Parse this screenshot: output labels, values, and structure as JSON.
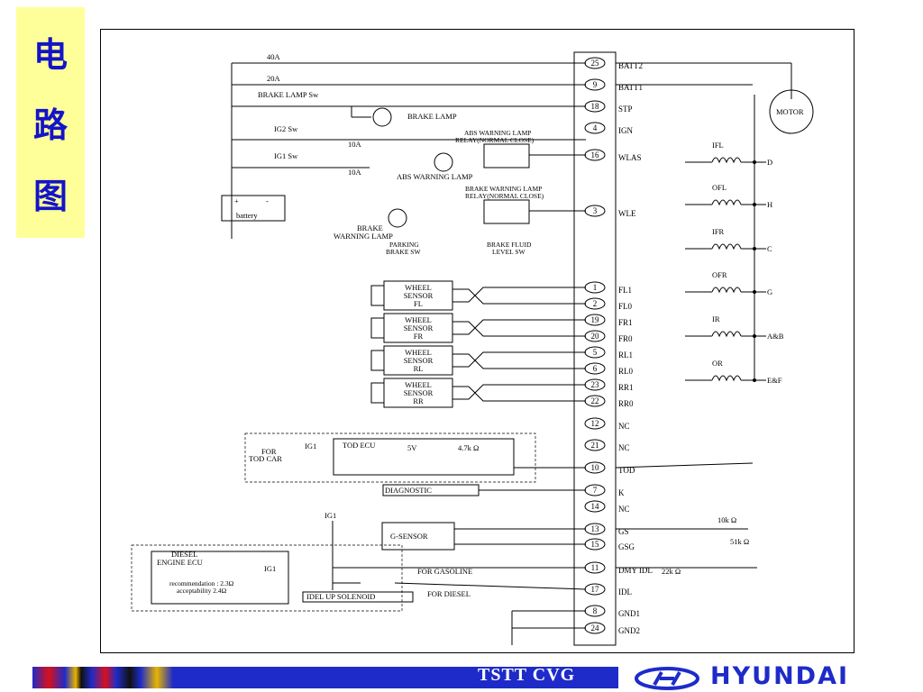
{
  "slide_title": [
    "电",
    "路",
    "图"
  ],
  "fuses": {
    "f40": "40A",
    "f20": "20A",
    "f10a": "10A",
    "f10b": "10A"
  },
  "labels": {
    "brake_lamp_sw": "BRAKE LAMP Sw",
    "brake_lamp": "BRAKE LAMP",
    "ig2_sw": "IG2 Sw",
    "ig1_sw": "IG1 Sw",
    "battery": "battery",
    "battery_plus": "+",
    "battery_minus": "-",
    "abs_relay_1": "ABS WARNING LAMP",
    "abs_relay_2": "RELAY(NORMAL CLOSE)",
    "abs_lamp": "ABS WARNING LAMP",
    "brake_relay_1": "BRAKE WARNING LAMP",
    "brake_relay_2": "RELAY(NORMAL CLOSE)",
    "brake_wl_1": "BRAKE",
    "brake_wl_2": "WARNING LAMP",
    "parking_1": "PARKING",
    "parking_2": "BRAKE SW",
    "fluid_1": "BRAKE FLUID",
    "fluid_2": "LEVEL SW",
    "motor": "MOTOR",
    "for_tod_1": "FOR",
    "for_tod_2": "TOD CAR",
    "tod_ig1": "IG1",
    "tod_ecu": "TOD ECU",
    "tod_5v": "5V",
    "tod_res": "4.7k Ω",
    "diagnostic": "DIAGNOSTIC",
    "ig1_top": "IG1",
    "g_sensor": "G-SENSOR",
    "diesel_1": "DIESEL",
    "diesel_2": "ENGINE ECU",
    "diesel_ig1": "IG1",
    "recommend_1": "recommendation : 2.3Ω",
    "recommend_2": "acceptability 2.4Ω",
    "for_gasoline": "FOR GASOLINE",
    "idle_up": "IDEL UP SOLENOID",
    "for_diesel": "FOR DIESEL",
    "r10k": "10k Ω",
    "r51k": "51k Ω",
    "r22k": "22k Ω"
  },
  "wheel_sensors": [
    {
      "line1": "WHEEL",
      "line2": "SENSOR",
      "line3": "FL"
    },
    {
      "line1": "WHEEL",
      "line2": "SENSOR",
      "line3": "FR"
    },
    {
      "line1": "WHEEL",
      "line2": "SENSOR",
      "line3": "RL"
    },
    {
      "line1": "WHEEL",
      "line2": "SENSOR",
      "line3": "RR"
    }
  ],
  "pins": [
    {
      "num": "25",
      "name": "BATT2"
    },
    {
      "num": "9",
      "name": "BATT1"
    },
    {
      "num": "18",
      "name": "STP"
    },
    {
      "num": "4",
      "name": "IGN"
    },
    {
      "num": "16",
      "name": "WLAS"
    },
    {
      "num": "3",
      "name": "WLE"
    },
    {
      "num": "1",
      "name": "FL1"
    },
    {
      "num": "2",
      "name": "FL0"
    },
    {
      "num": "19",
      "name": "FR1"
    },
    {
      "num": "20",
      "name": "FR0"
    },
    {
      "num": "5",
      "name": "RL1"
    },
    {
      "num": "6",
      "name": "RL0"
    },
    {
      "num": "23",
      "name": "RR1"
    },
    {
      "num": "22",
      "name": "RR0"
    },
    {
      "num": "12",
      "name": "NC"
    },
    {
      "num": "21",
      "name": "NC"
    },
    {
      "num": "10",
      "name": "TOD"
    },
    {
      "num": "7",
      "name": "K"
    },
    {
      "num": "14",
      "name": "NC"
    },
    {
      "num": "13",
      "name": "GS"
    },
    {
      "num": "15",
      "name": "GSG"
    },
    {
      "num": "11",
      "name": "DMY IDL"
    },
    {
      "num": "17",
      "name": "IDL"
    },
    {
      "num": "8",
      "name": "GND1"
    },
    {
      "num": "24",
      "name": "GND2"
    }
  ],
  "valves": [
    {
      "name": "IFL",
      "out": "D"
    },
    {
      "name": "OFL",
      "out": "H"
    },
    {
      "name": "IFR",
      "out": "C"
    },
    {
      "name": "OFR",
      "out": "G"
    },
    {
      "name": "IR",
      "out": "A&B"
    },
    {
      "name": "OR",
      "out": "E&F"
    }
  ],
  "footer": {
    "strip_text": "TSTT CVG",
    "brand": "HYUNDAI"
  },
  "colors": {
    "title_bg": "#ffff99",
    "title_fg": "#1414c8",
    "footer_blue": "#1e2bc9"
  }
}
